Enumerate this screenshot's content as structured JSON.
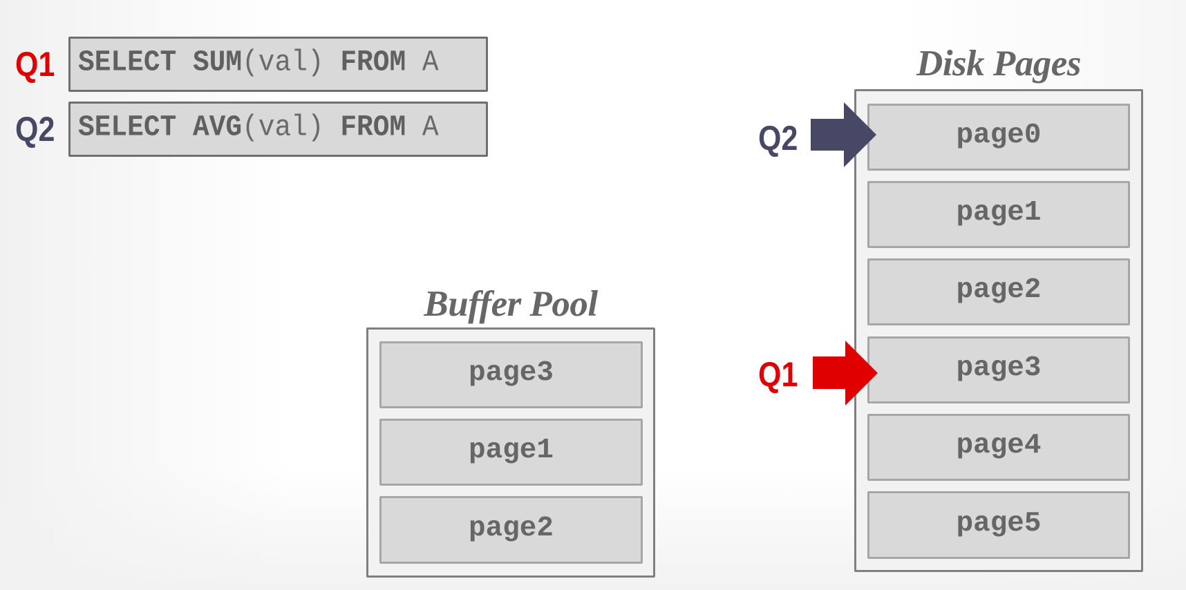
{
  "queries": [
    {
      "label": "Q1",
      "color": "#e00000",
      "sql": {
        "kw1": "SELECT",
        "sp1": " ",
        "func": "SUM",
        "arg": "(val)",
        "sp2": " ",
        "kw2": "FROM",
        "sp3": " ",
        "table": "A"
      }
    },
    {
      "label": "Q2",
      "color": "#464866",
      "sql": {
        "kw1": "SELECT",
        "sp1": " ",
        "func": "AVG",
        "arg": "(val)",
        "sp2": " ",
        "kw2": "FROM",
        "sp3": " ",
        "table": "A"
      }
    }
  ],
  "buffer_pool": {
    "title": "Buffer Pool",
    "pages": [
      "page3",
      "page1",
      "page2"
    ]
  },
  "disk_pages": {
    "title": "Disk Pages",
    "pages": [
      "page0",
      "page1",
      "page2",
      "page3",
      "page4",
      "page5"
    ]
  },
  "cursors": [
    {
      "label": "Q2",
      "points_to": "page0",
      "color": "#464866"
    },
    {
      "label": "Q1",
      "points_to": "page3",
      "color": "#e00000"
    }
  ]
}
